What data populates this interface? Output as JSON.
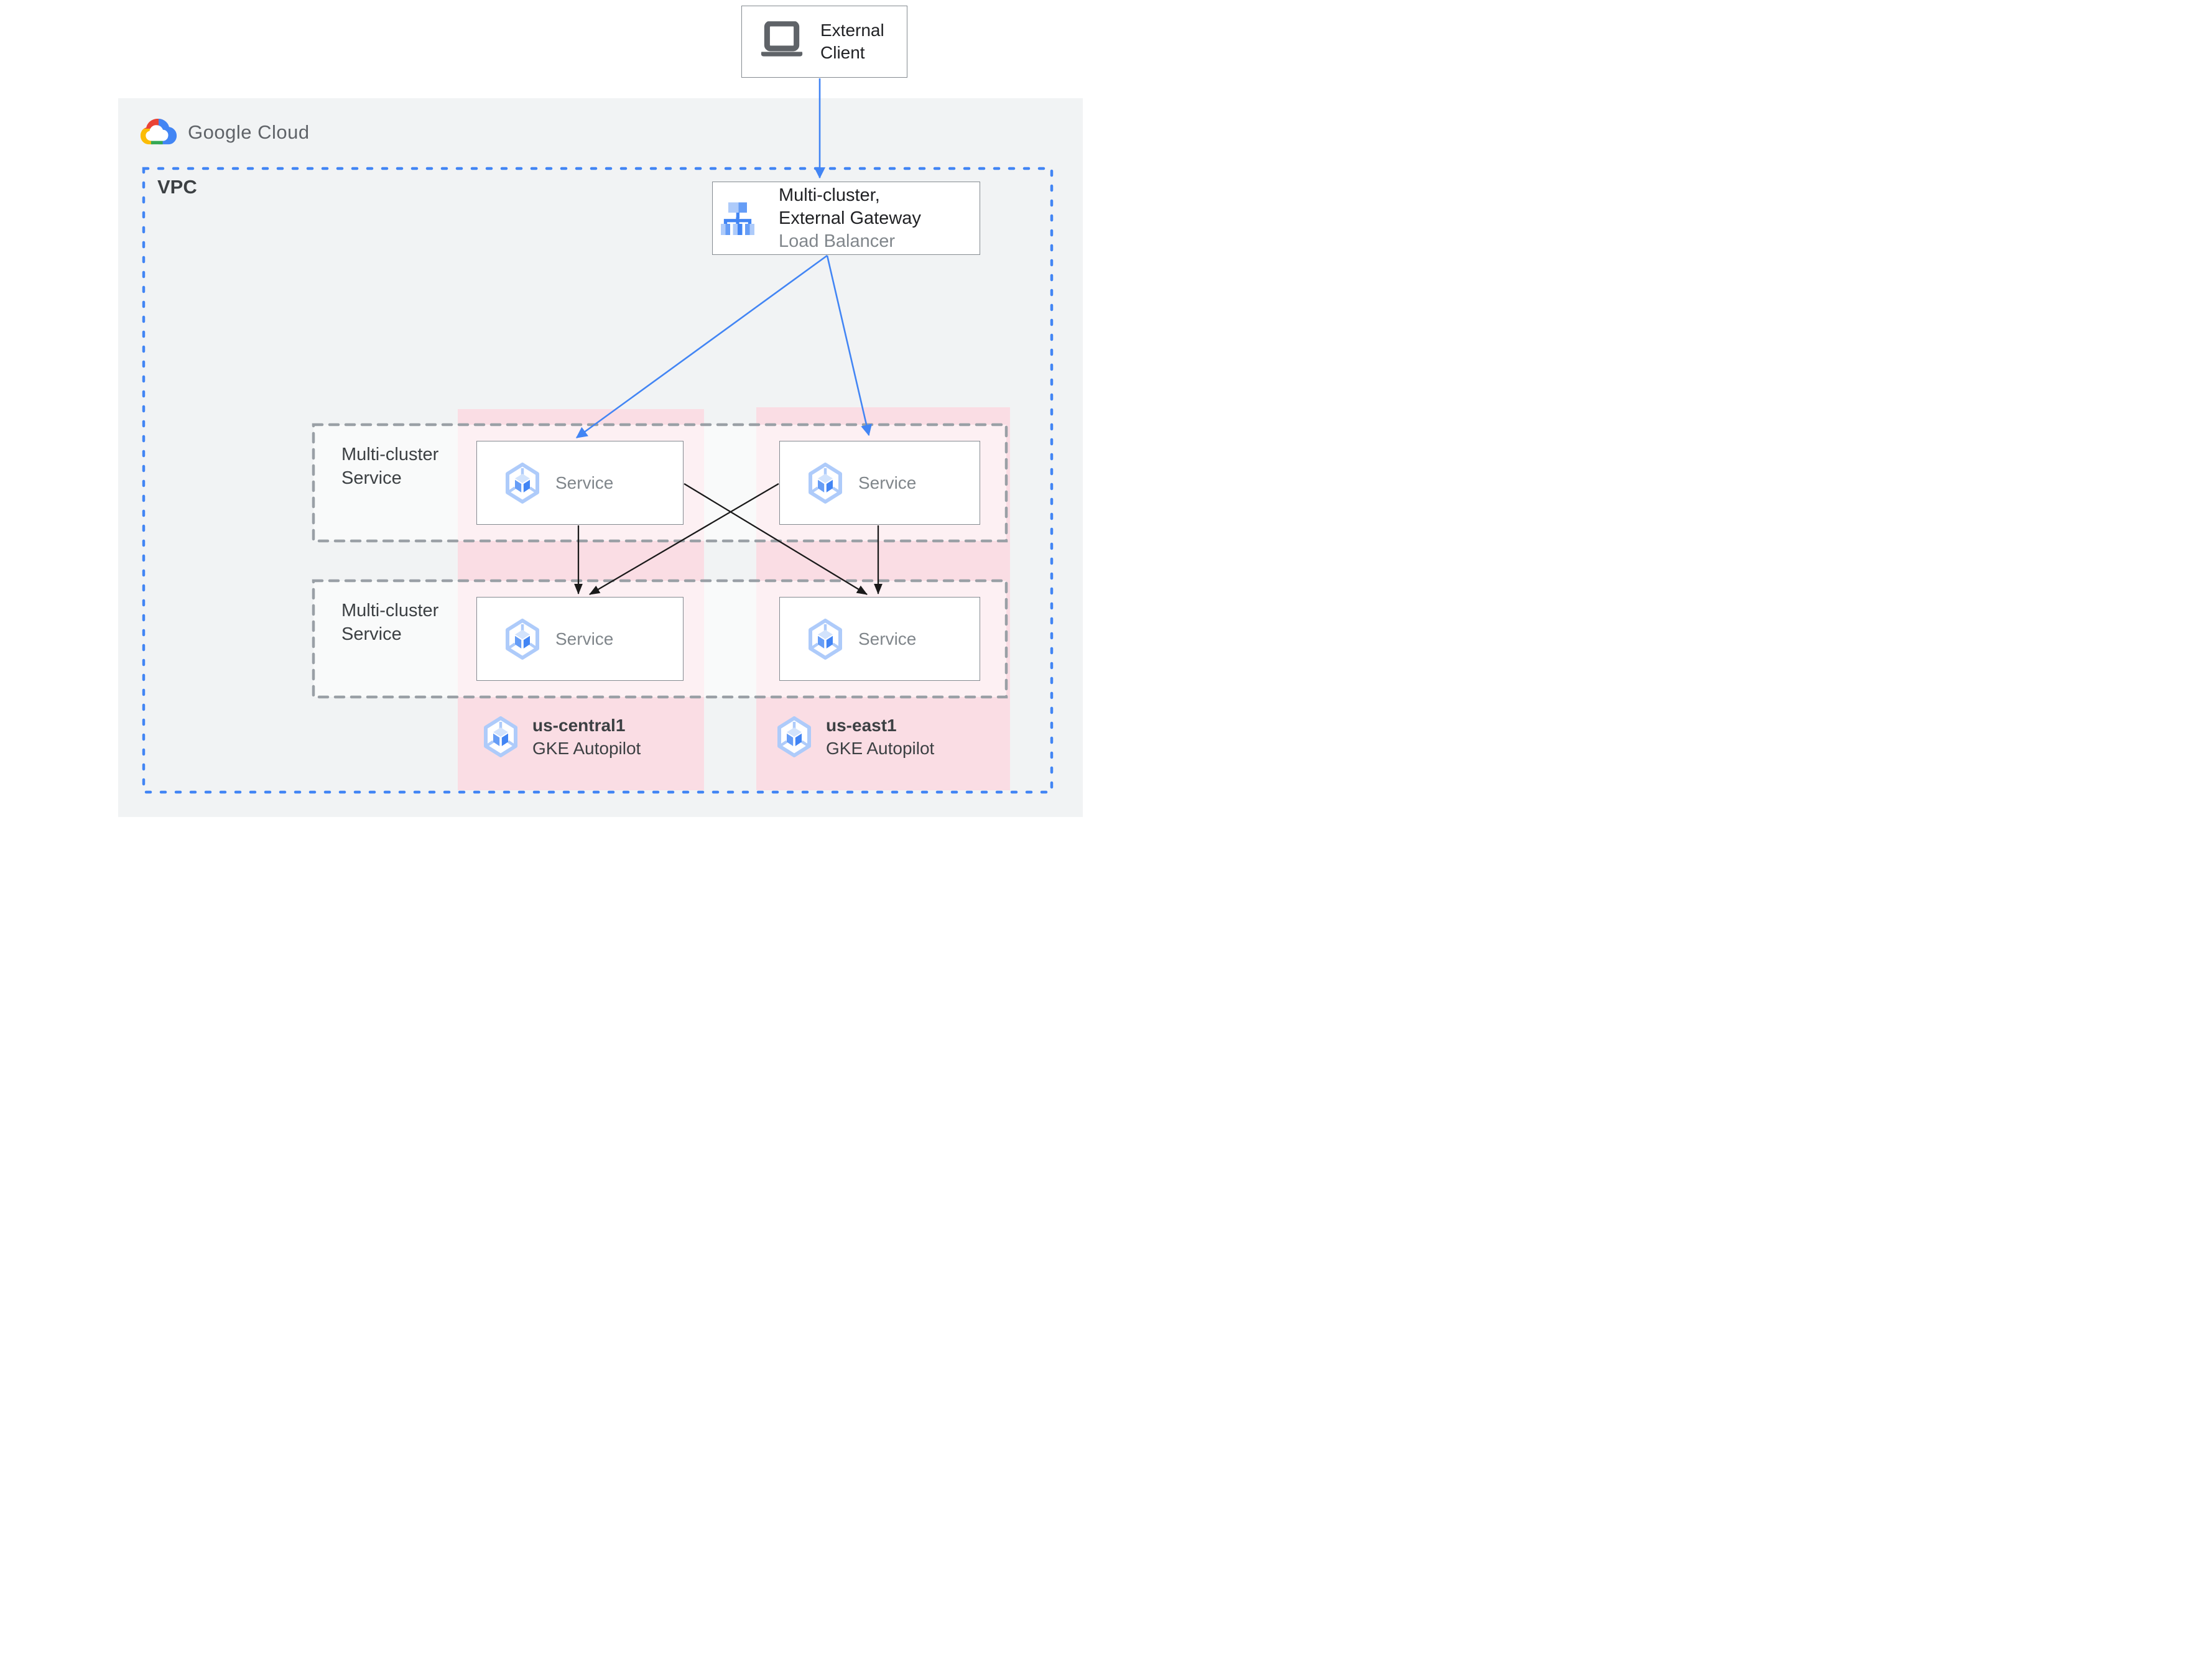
{
  "logo": {
    "text": "Google Cloud"
  },
  "external_client": {
    "label": "External Client"
  },
  "vpc": {
    "label": "VPC"
  },
  "load_balancer": {
    "line1": "Multi-cluster,",
    "line2": "External Gateway",
    "line3": "Load Balancer"
  },
  "mcs_boxes": [
    {
      "label": "Multi-cluster Service"
    },
    {
      "label": "Multi-cluster Service"
    }
  ],
  "services": [
    {
      "label": "Service"
    },
    {
      "label": "Service"
    },
    {
      "label": "Service"
    },
    {
      "label": "Service"
    }
  ],
  "clusters": [
    {
      "region": "us-central1",
      "type": "GKE Autopilot"
    },
    {
      "region": "us-east1",
      "type": "GKE Autopilot"
    }
  ],
  "colors": {
    "accent_blue": "#4285f4",
    "blue_mid": "#669df6",
    "blue_light": "#aecbfa",
    "blue_pale": "#d2e3fc",
    "panel_gray": "#f1f3f4",
    "pink_column": "#fadde4",
    "dash_gray": "#9aa0a6",
    "text_dark": "#202124",
    "text_gray": "#80868b",
    "logo_red": "#ea4335",
    "logo_yellow": "#fbbc05",
    "logo_green": "#34a853",
    "arrow_black": "#1a1a1a"
  }
}
